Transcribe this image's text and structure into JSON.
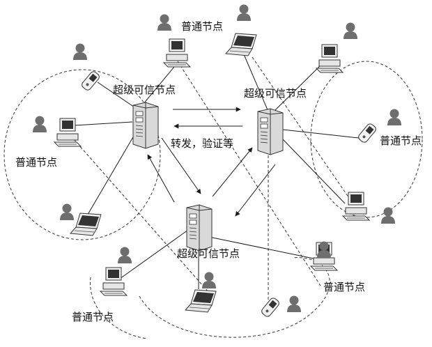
{
  "labels": {
    "super_node": "超级可信节点",
    "normal_node": "普通节点",
    "forward": "转发，验证等"
  },
  "colors": {
    "line": "#1a1a1a",
    "dashed": "#333333",
    "server_body": "#d9d9d9",
    "user": "#6e6e6e"
  },
  "icons": [
    "server-icon",
    "desktop-computer-icon",
    "laptop-icon",
    "mobile-phone-icon",
    "user-icon"
  ]
}
